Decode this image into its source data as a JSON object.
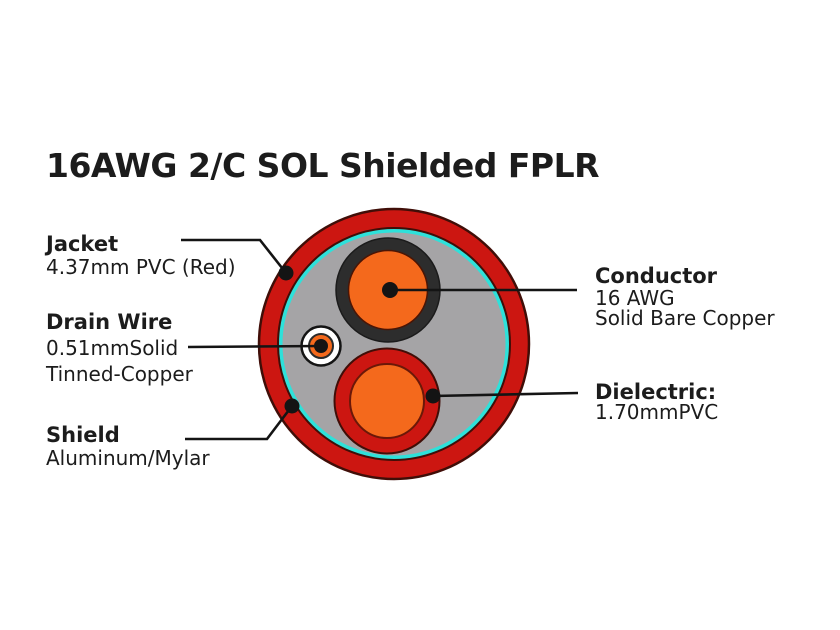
{
  "title": "16AWG 2/C SOL Shielded FPLR",
  "colors": {
    "background": "#FFFFFF",
    "jacket_red": "#CC1611",
    "shield_cyan": "#2EE1DA",
    "filler_gray": "#A5A4A6",
    "insulation_black": "#2D2D2D",
    "conductor_orange": "#F4691C",
    "drain_white": "#FFFFFF",
    "outline_dark": "#400E08",
    "line_black": "#141414",
    "text_black": "#1C1C1C"
  },
  "callouts": {
    "jacket": {
      "label": "Jacket",
      "desc_lines": [
        "4.37mm PVC (Red)"
      ]
    },
    "drain_wire": {
      "label": "Drain Wire",
      "desc_lines": [
        "0.51mmSolid",
        "Tinned-Copper"
      ]
    },
    "shield": {
      "label": "Shield",
      "desc_lines": [
        "Aluminum/Mylar"
      ]
    },
    "conductor": {
      "label": "Conductor",
      "desc_lines": [
        "16 AWG",
        "Solid Bare Copper"
      ]
    },
    "dielectric": {
      "label": "Dielectric:",
      "desc_lines": [
        "1.70mmPVC"
      ]
    }
  }
}
